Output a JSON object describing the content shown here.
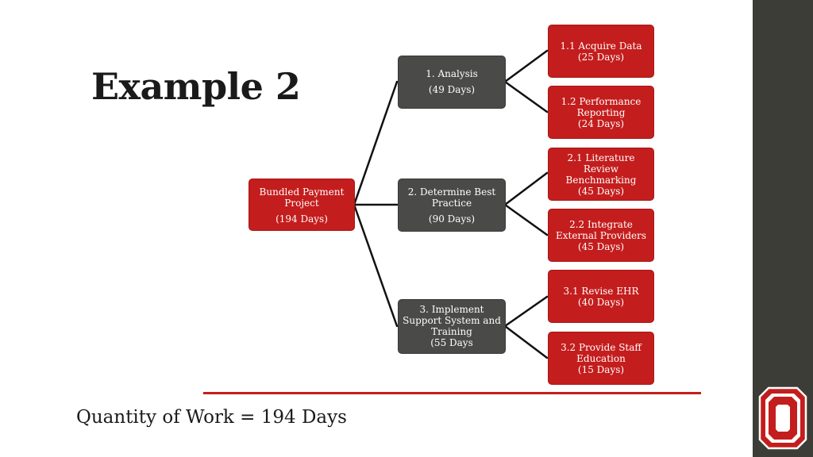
{
  "slide": {
    "title": "Example 2",
    "footer": "Quantity of Work = 194 Days"
  },
  "colors": {
    "accent_red": "#c41d1d",
    "node_gray": "#4a4a48",
    "sidebar": "#3d3d38"
  },
  "tree": {
    "root": {
      "label": [
        "Bundled Payment",
        "Project"
      ],
      "duration": "(194 Days)"
    },
    "phases": [
      {
        "label": [
          "1. Analysis"
        ],
        "duration": "(49 Days)"
      },
      {
        "label": [
          "2. Determine Best",
          "Practice"
        ],
        "duration": "(90 Days)"
      },
      {
        "label": [
          "3. Implement",
          "Support System and",
          "Training"
        ],
        "duration": "(55 Days"
      }
    ],
    "tasks": [
      {
        "lines": [
          "1.1 Acquire Data",
          "(25 Days)"
        ]
      },
      {
        "lines": [
          "1.2 Performance",
          "Reporting",
          "(24 Days)"
        ]
      },
      {
        "lines": [
          "2.1 Literature",
          "Review",
          "Benchmarking",
          "(45 Days)"
        ]
      },
      {
        "lines": [
          "2.2 Integrate",
          "External Providers",
          "(45 Days)"
        ]
      },
      {
        "lines": [
          "3.1 Revise EHR",
          "(40 Days)"
        ]
      },
      {
        "lines": [
          "3.2 Provide Staff",
          "Education",
          "(15 Days)"
        ]
      }
    ]
  },
  "logo": {
    "icon": "block-o-logo-icon"
  }
}
